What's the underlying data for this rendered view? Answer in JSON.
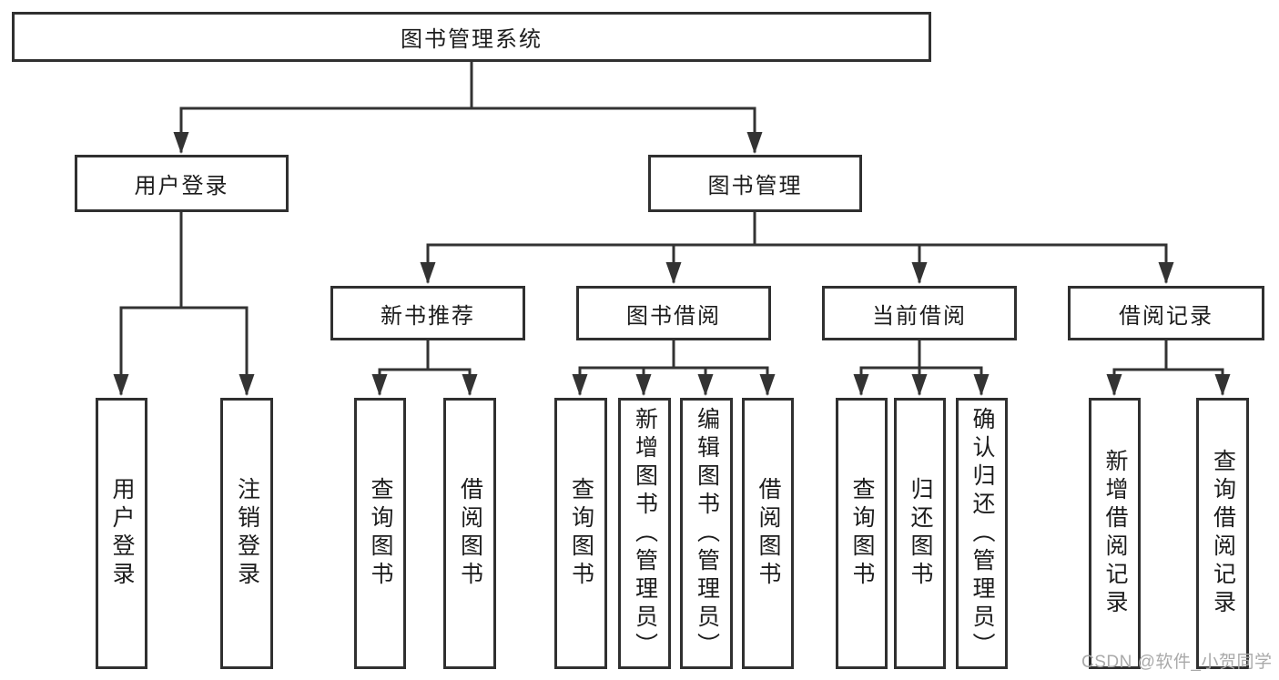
{
  "tree": {
    "label": "图书管理系统",
    "children": [
      {
        "label": "用户登录",
        "children": [
          {
            "label": "用户登录"
          },
          {
            "label": "注销登录"
          }
        ]
      },
      {
        "label": "图书管理",
        "children": [
          {
            "label": "新书推荐",
            "children": [
              {
                "label": "查询图书"
              },
              {
                "label": "借阅图书"
              }
            ]
          },
          {
            "label": "图书借阅",
            "children": [
              {
                "label": "查询图书"
              },
              {
                "label": "新增图书（管理员）"
              },
              {
                "label": "编辑图书（管理员）"
              },
              {
                "label": "借阅图书"
              }
            ]
          },
          {
            "label": "当前借阅",
            "children": [
              {
                "label": "查询图书"
              },
              {
                "label": "归还图书"
              },
              {
                "label": "确认归还（管理员）"
              }
            ]
          },
          {
            "label": "借阅记录",
            "children": [
              {
                "label": "新增借阅记录"
              },
              {
                "label": "查询借阅记录"
              }
            ]
          }
        ]
      }
    ]
  },
  "watermark": "CSDN @软件_小贺同学",
  "colors": {
    "line": "#333333",
    "box_border": "#303030",
    "text": "#1c1c1c",
    "watermark": "#a9a9a9",
    "background": "#ffffff"
  }
}
